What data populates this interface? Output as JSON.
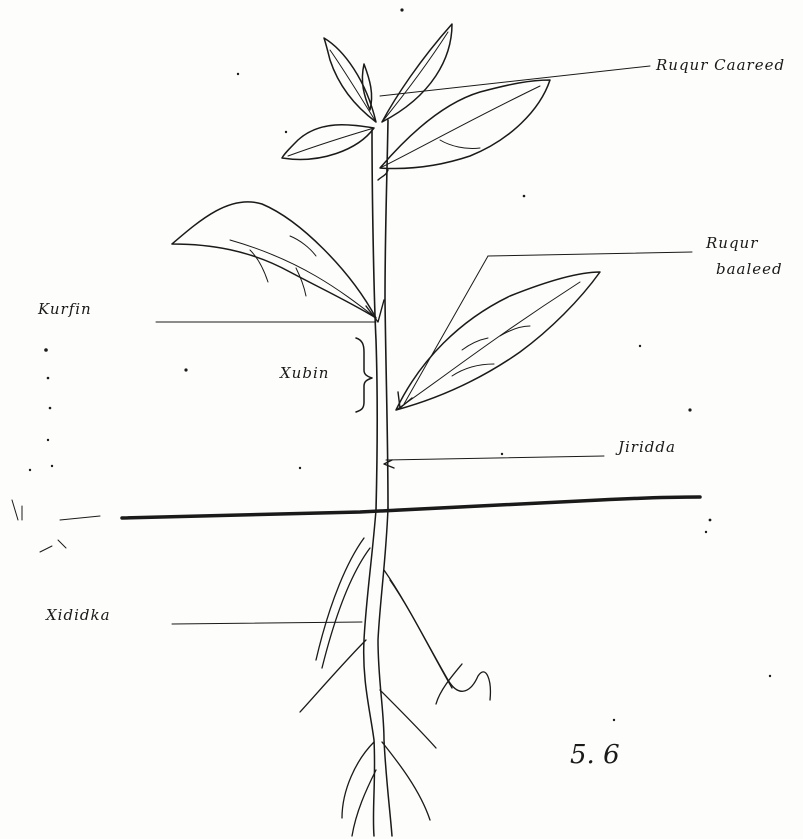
{
  "diagram": {
    "labels": {
      "terminal_bud": "Ruqur Caareed",
      "axillary_bud": "Ruqur",
      "axillary_bud_2": "baaleed",
      "node": "Kurfin",
      "internode": "Xubin",
      "stem": "Jiridda",
      "root": "Xididka"
    },
    "figure_number": "5. 6"
  }
}
